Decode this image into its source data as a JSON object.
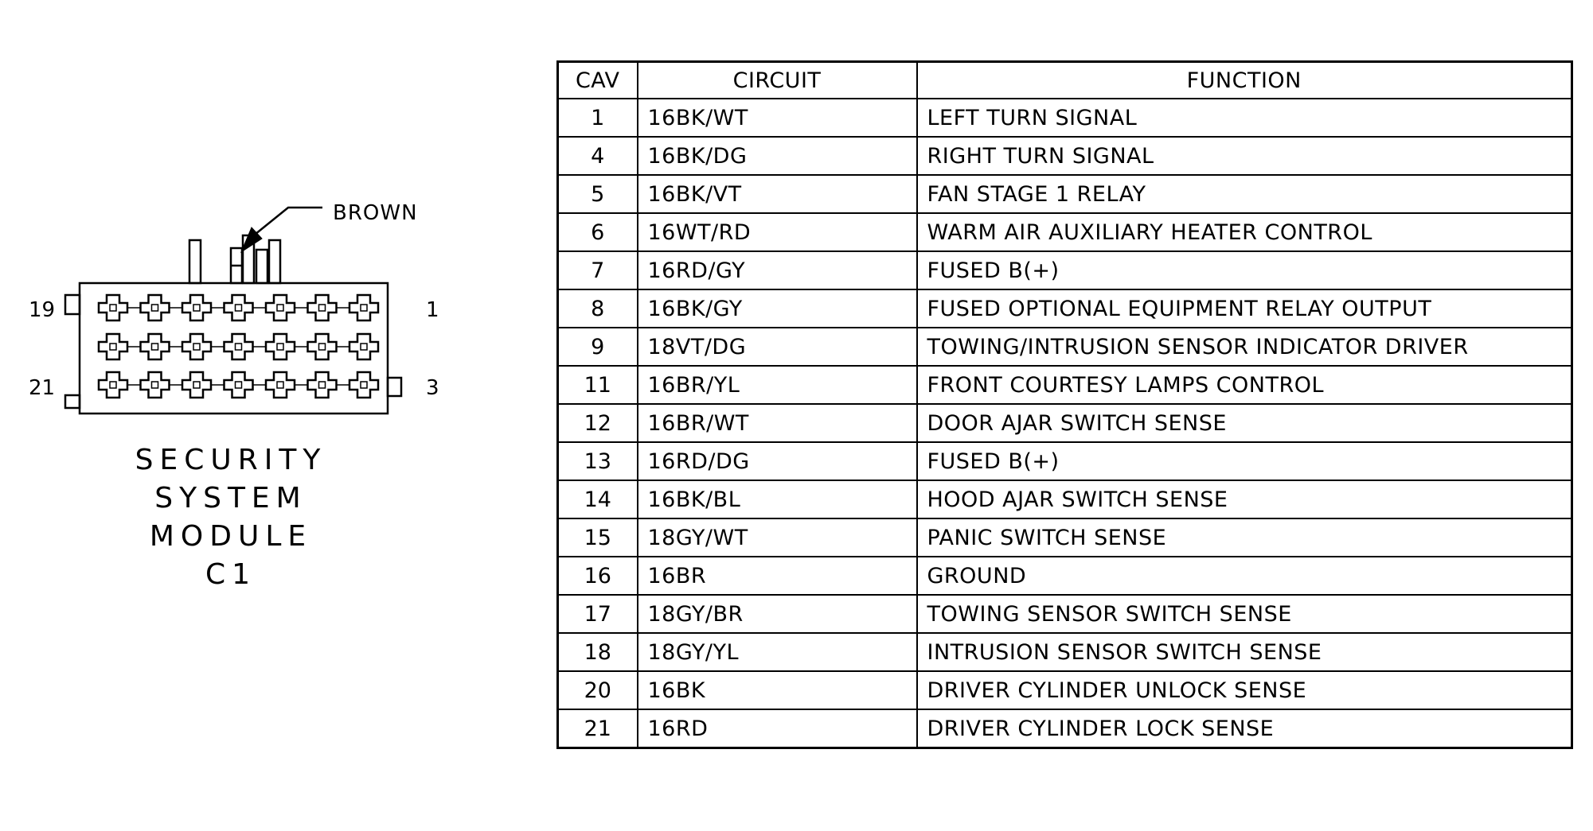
{
  "diagram": {
    "pointer_label": "BROWN",
    "pin_labels": {
      "top_left": "19",
      "bottom_left": "21",
      "top_right": "1",
      "bottom_right": "3"
    },
    "module_label": [
      "SECURITY",
      "SYSTEM",
      "MODULE",
      "C1"
    ]
  },
  "table": {
    "headers": [
      "CAV",
      "CIRCUIT",
      "FUNCTION"
    ],
    "rows": [
      {
        "cav": "1",
        "circuit": "16BK/WT",
        "function": "LEFT TURN SIGNAL"
      },
      {
        "cav": "4",
        "circuit": "16BK/DG",
        "function": "RIGHT TURN SIGNAL"
      },
      {
        "cav": "5",
        "circuit": "16BK/VT",
        "function": "FAN STAGE 1 RELAY"
      },
      {
        "cav": "6",
        "circuit": "16WT/RD",
        "function": "WARM AIR AUXILIARY HEATER CONTROL"
      },
      {
        "cav": "7",
        "circuit": "16RD/GY",
        "function": "FUSED B(+)"
      },
      {
        "cav": "8",
        "circuit": "16BK/GY",
        "function": "FUSED OPTIONAL EQUIPMENT RELAY OUTPUT"
      },
      {
        "cav": "9",
        "circuit": "18VT/DG",
        "function": "TOWING/INTRUSION SENSOR INDICATOR DRIVER"
      },
      {
        "cav": "11",
        "circuit": "16BR/YL",
        "function": "FRONT COURTESY LAMPS CONTROL"
      },
      {
        "cav": "12",
        "circuit": "16BR/WT",
        "function": "DOOR AJAR SWITCH SENSE"
      },
      {
        "cav": "13",
        "circuit": "16RD/DG",
        "function": "FUSED B(+)"
      },
      {
        "cav": "14",
        "circuit": "16BK/BL",
        "function": "HOOD AJAR SWITCH SENSE"
      },
      {
        "cav": "15",
        "circuit": "18GY/WT",
        "function": "PANIC SWITCH SENSE"
      },
      {
        "cav": "16",
        "circuit": "16BR",
        "function": "GROUND"
      },
      {
        "cav": "17",
        "circuit": "18GY/BR",
        "function": "TOWING SENSOR SWITCH SENSE"
      },
      {
        "cav": "18",
        "circuit": "18GY/YL",
        "function": "INTRUSION SENSOR SWITCH SENSE"
      },
      {
        "cav": "20",
        "circuit": "16BK",
        "function": "DRIVER CYLINDER UNLOCK SENSE"
      },
      {
        "cav": "21",
        "circuit": "16RD",
        "function": "DRIVER CYLINDER LOCK SENSE"
      }
    ]
  }
}
